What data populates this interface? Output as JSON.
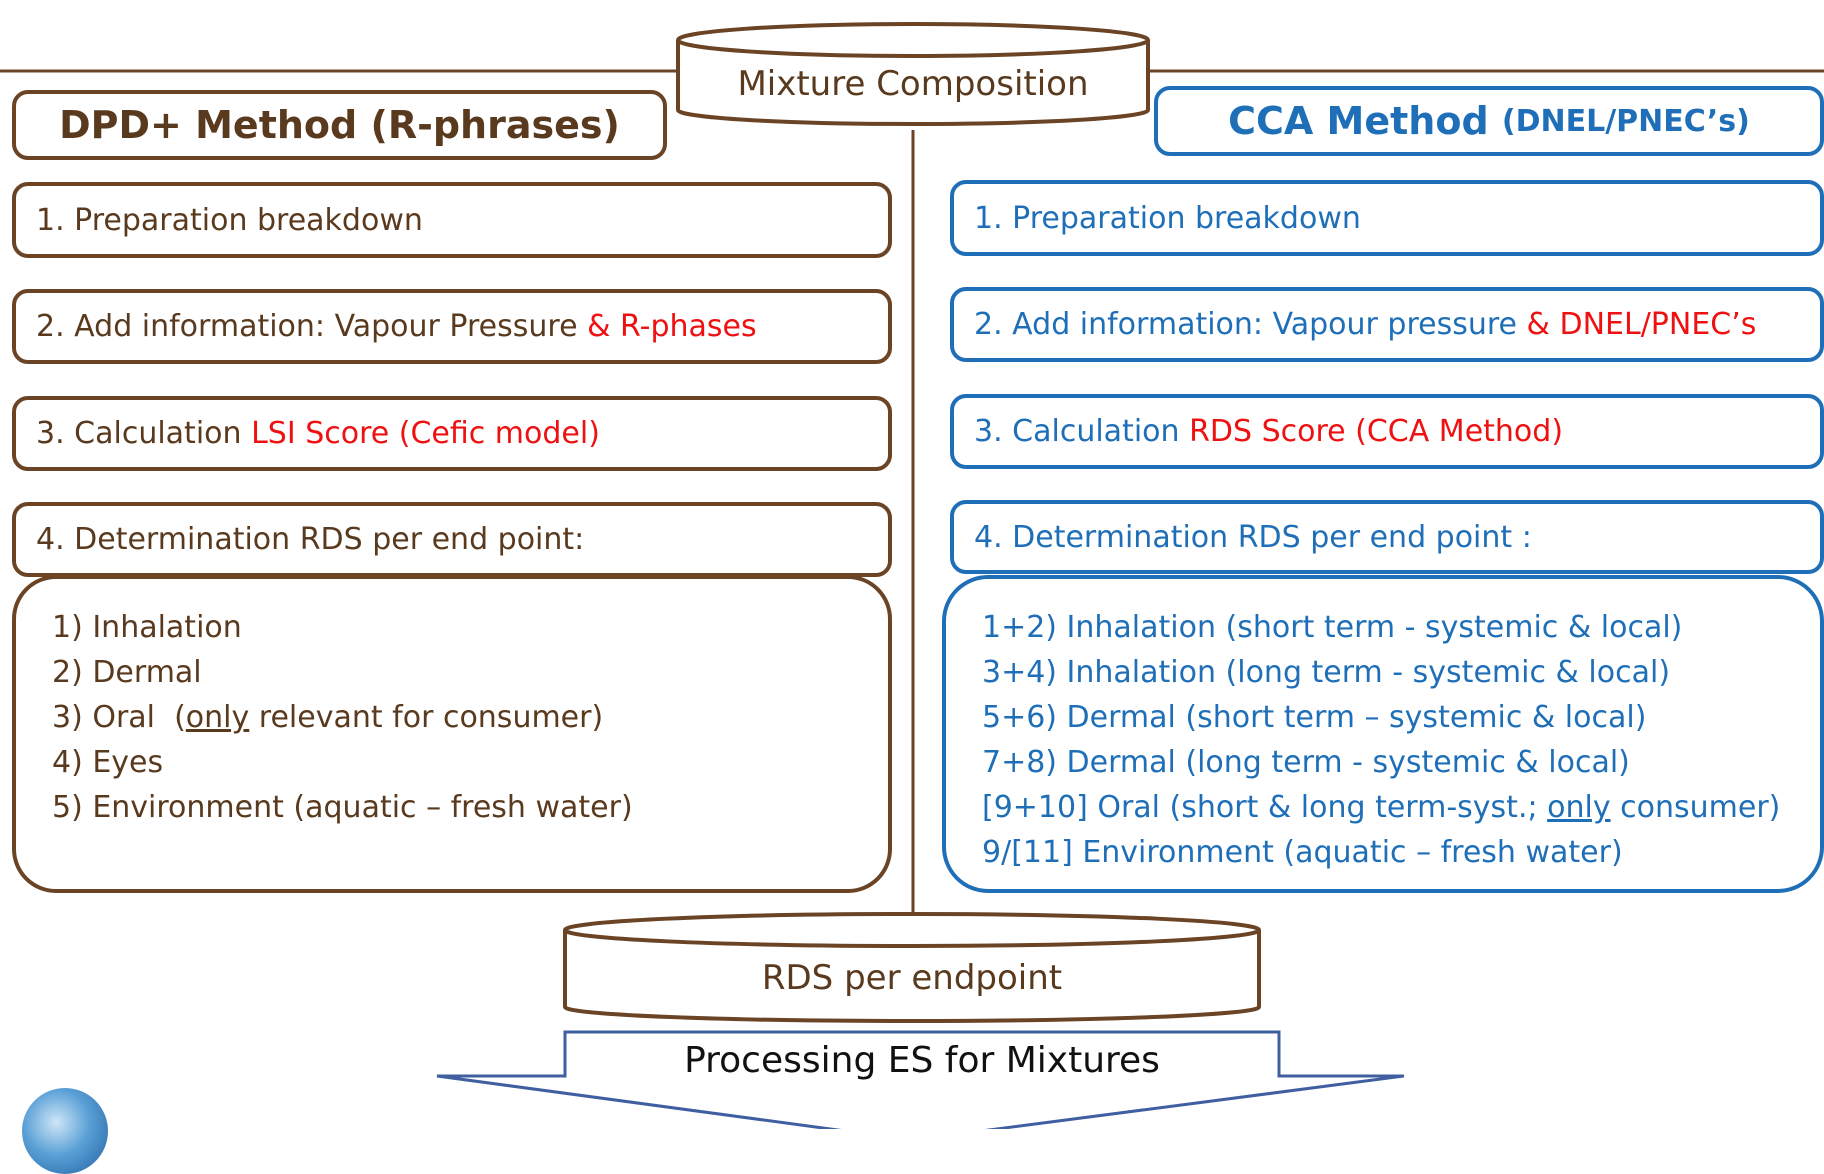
{
  "top_cylinder": {
    "label": "Mixture Composition"
  },
  "left": {
    "header": "DPD+ Method (R-phrases)",
    "steps": [
      {
        "text": "1. Preparation breakdown",
        "highlight": ""
      },
      {
        "text": "2. Add information: Vapour Pressure ",
        "highlight": "& R-phases"
      },
      {
        "text": "3. Calculation ",
        "highlight": "LSI Score (Cefic model)"
      },
      {
        "text": "4. Determination RDS per end point:",
        "highlight": ""
      }
    ],
    "endpoints": {
      "i1": "1) Inhalation",
      "i2": "2) Dermal",
      "i3_pre": "3) Oral  (",
      "i3_u": "only",
      "i3_post": " relevant for consumer)",
      "i4": "4) Eyes",
      "i5": "5) Environment (aquatic – fresh water)"
    }
  },
  "right": {
    "header_main": "CCA Method ",
    "header_sub": "(DNEL/PNEC’s)",
    "steps": [
      {
        "text": "1. Preparation breakdown",
        "highlight": ""
      },
      {
        "text": "2. Add information: Vapour pressure ",
        "highlight": "& DNEL/PNEC’s"
      },
      {
        "text": "3. Calculation ",
        "highlight": "RDS Score (CCA Method)"
      },
      {
        "text": "4. Determination RDS per end point :",
        "highlight": ""
      }
    ],
    "endpoints": {
      "i1": "1+2) Inhalation (short term - systemic & local)",
      "i2": "3+4) Inhalation (long term - systemic & local)",
      "i3": "5+6) Dermal (short term – systemic & local)",
      "i4": "7+8) Dermal (long term -  systemic & local)",
      "i5_pre": "[9+10] Oral (short & long term-syst.; ",
      "i5_u": "only",
      "i5_post": " consumer)",
      "i6": "9/[11] Environment (aquatic – fresh water)"
    }
  },
  "bottom_cylinder": {
    "label": "RDS per endpoint"
  },
  "arrow": {
    "label": "Processing ES for Mixtures"
  },
  "colors": {
    "brown": "#6b4425",
    "blue": "#1f6fb8",
    "red": "#ee1111"
  }
}
